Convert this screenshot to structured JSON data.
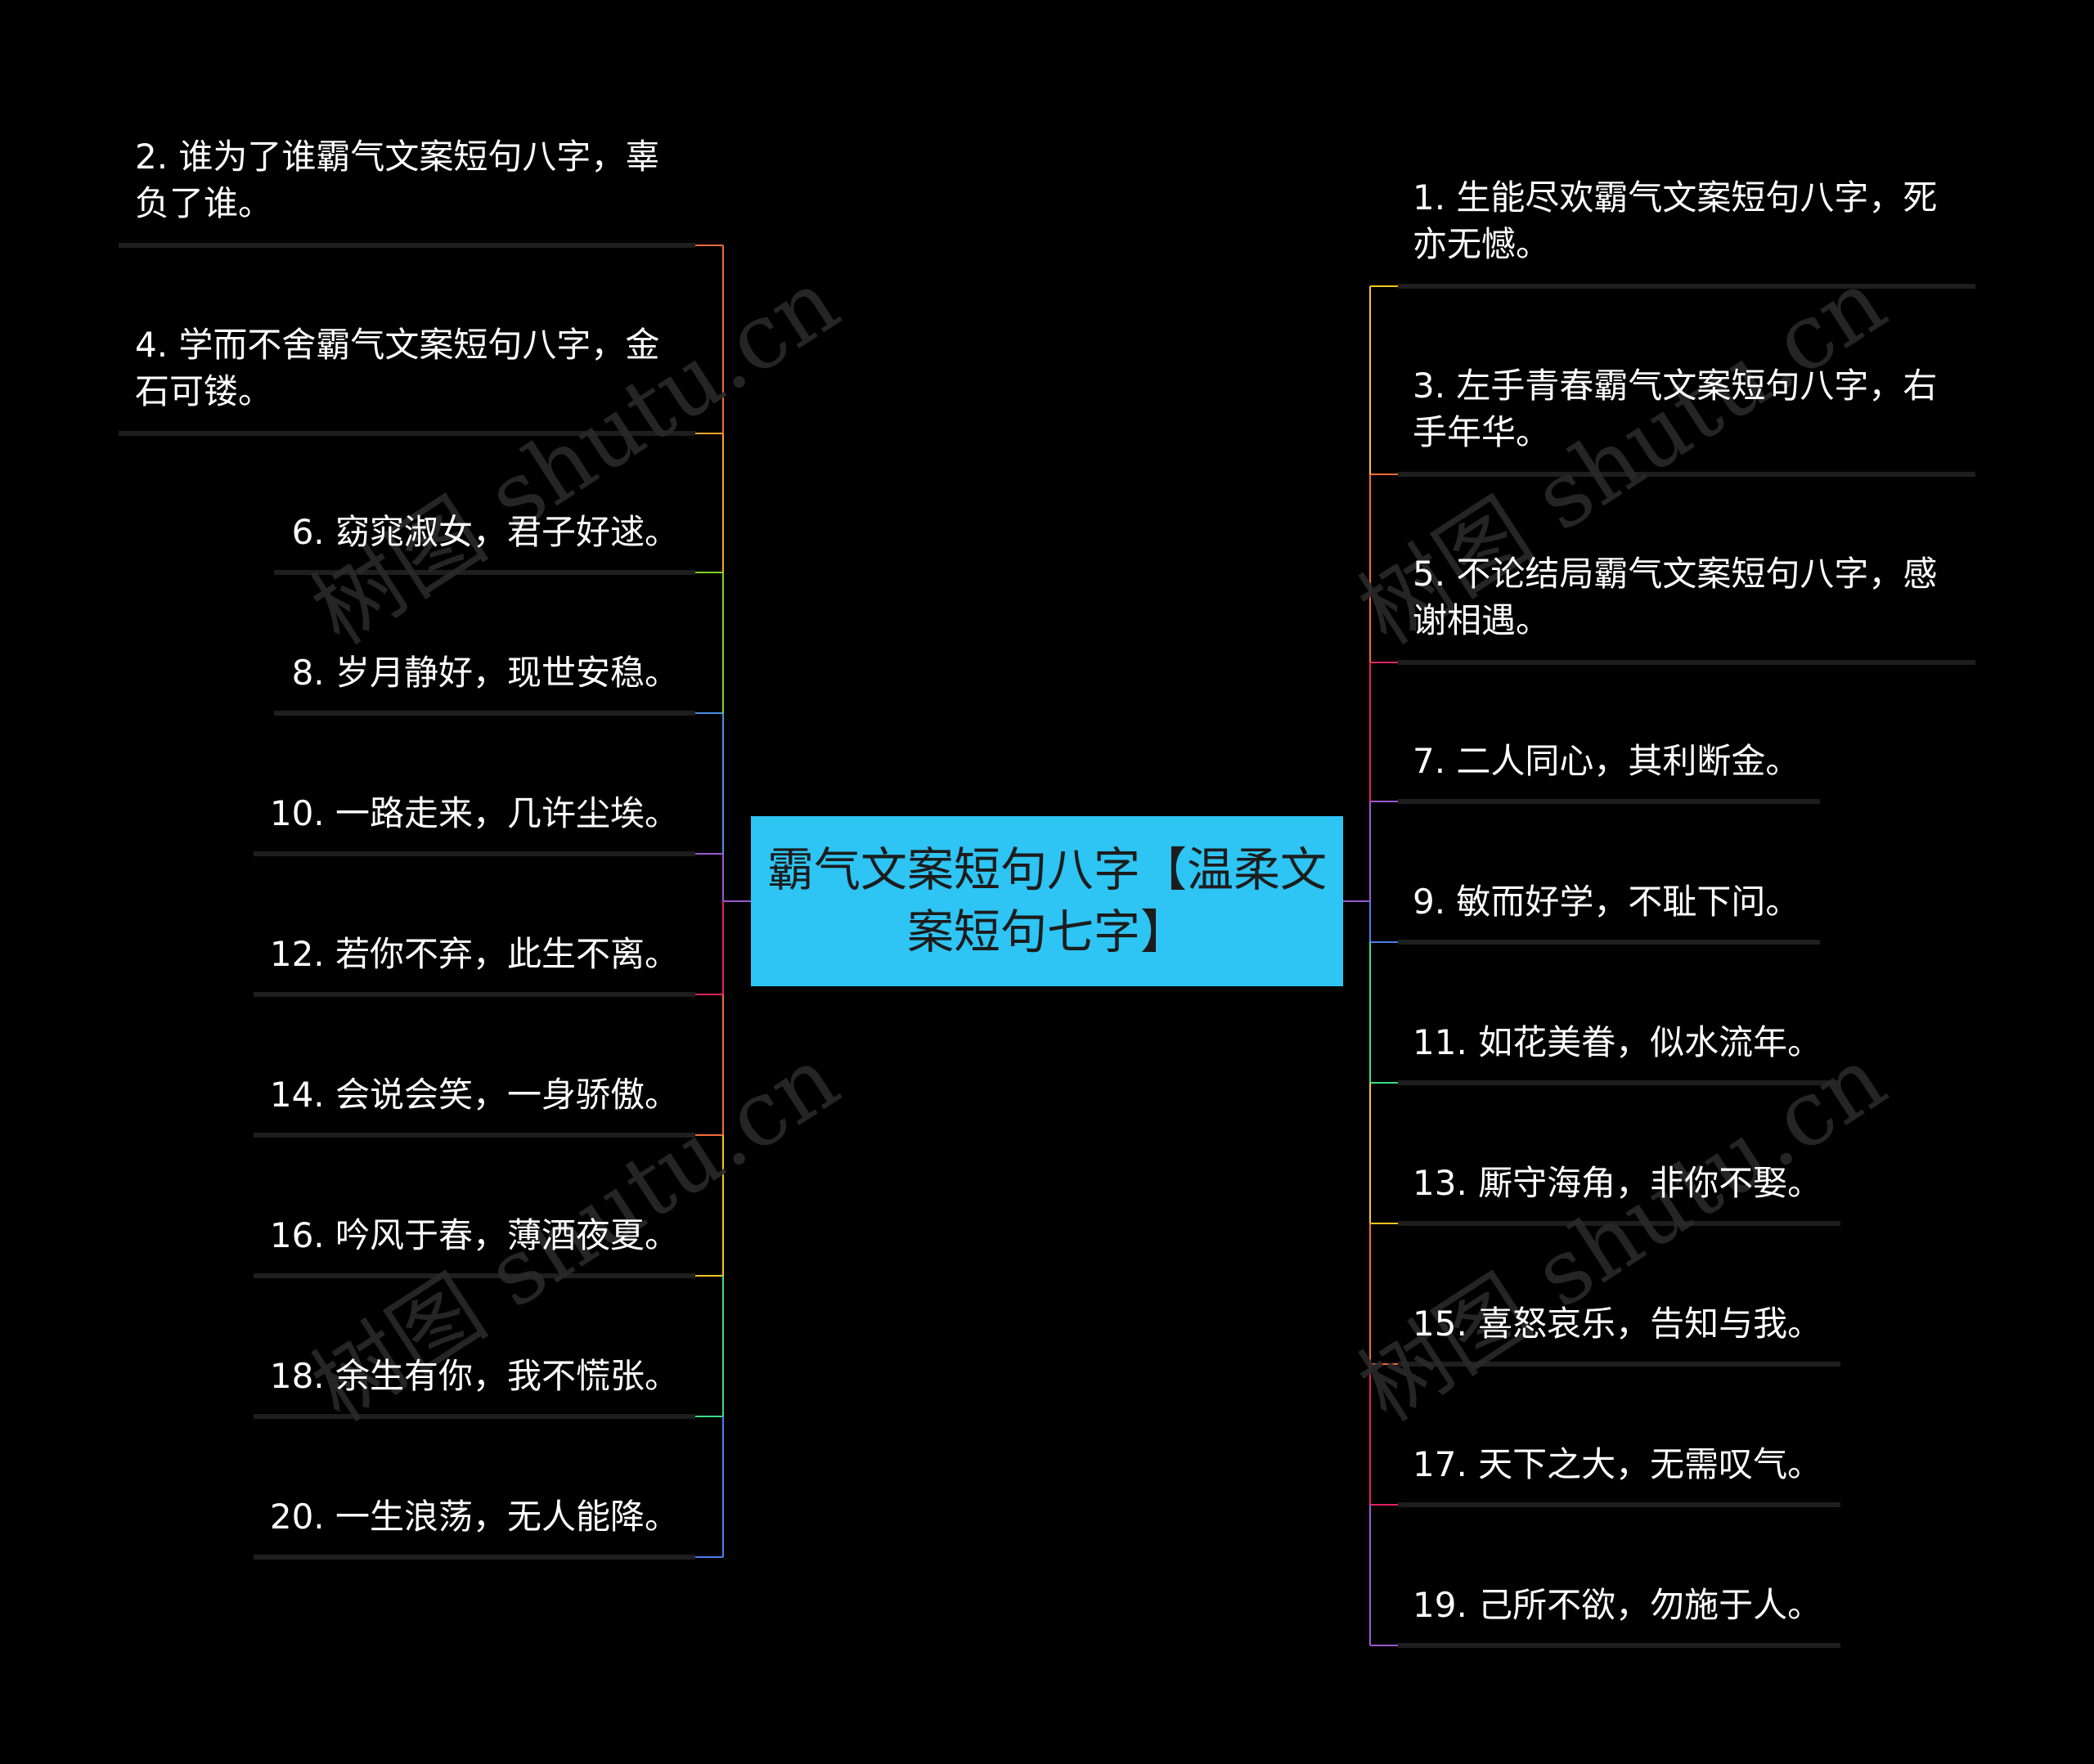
{
  "center": {
    "title": "霸气文案短句八字【温柔文案短句七字】"
  },
  "left_branches": [
    {
      "text": "2. 谁为了谁霸气文案短句八字，辜负了谁。",
      "color": "#f26b3a"
    },
    {
      "text": "4. 学而不舍霸气文案短句八字，金石可镂。",
      "color": "#f5a623"
    },
    {
      "text": "6. 窈窕淑女，君子好逑。",
      "color": "#7ed321"
    },
    {
      "text": "8. 岁月静好，现世安稳。",
      "color": "#4a90e2"
    },
    {
      "text": "10. 一路走来，几许尘埃。",
      "color": "#9b59d0"
    },
    {
      "text": "12. 若你不弃，此生不离。",
      "color": "#e0245e"
    },
    {
      "text": "14. 会说会笑，一身骄傲。",
      "color": "#f26b3a"
    },
    {
      "text": "16. 吟风于春，薄酒夜夏。",
      "color": "#f5c623"
    },
    {
      "text": "18. 余生有你，我不慌张。",
      "color": "#3ddc84"
    },
    {
      "text": "20. 一生浪荡，无人能降。",
      "color": "#4a7ef0"
    }
  ],
  "right_branches": [
    {
      "text": "1. 生能尽欢霸气文案短句八字，死亦无憾。",
      "color": "#f5c623"
    },
    {
      "text": "3. 左手青春霸气文案短句八字，右手年华。",
      "color": "#f26b3a"
    },
    {
      "text": "5. 不论结局霸气文案短句八字，感谢相遇。",
      "color": "#e0245e"
    },
    {
      "text": "7. 二人同心，其利断金。",
      "color": "#9b59d0"
    },
    {
      "text": "9. 敏而好学，不耻下问。",
      "color": "#4a7ef0"
    },
    {
      "text": "11. 如花美眷，似水流年。",
      "color": "#3ddc84"
    },
    {
      "text": "13. 厮守海角，非你不娶。",
      "color": "#f5c623"
    },
    {
      "text": "15. 喜怒哀乐，告知与我。",
      "color": "#f26b3a"
    },
    {
      "text": "17. 天下之大，无需叹气。",
      "color": "#e0245e"
    },
    {
      "text": "19. 己所不欲，勿施于人。",
      "color": "#9b59d0"
    }
  ],
  "watermark": "树图 shutu.cn"
}
